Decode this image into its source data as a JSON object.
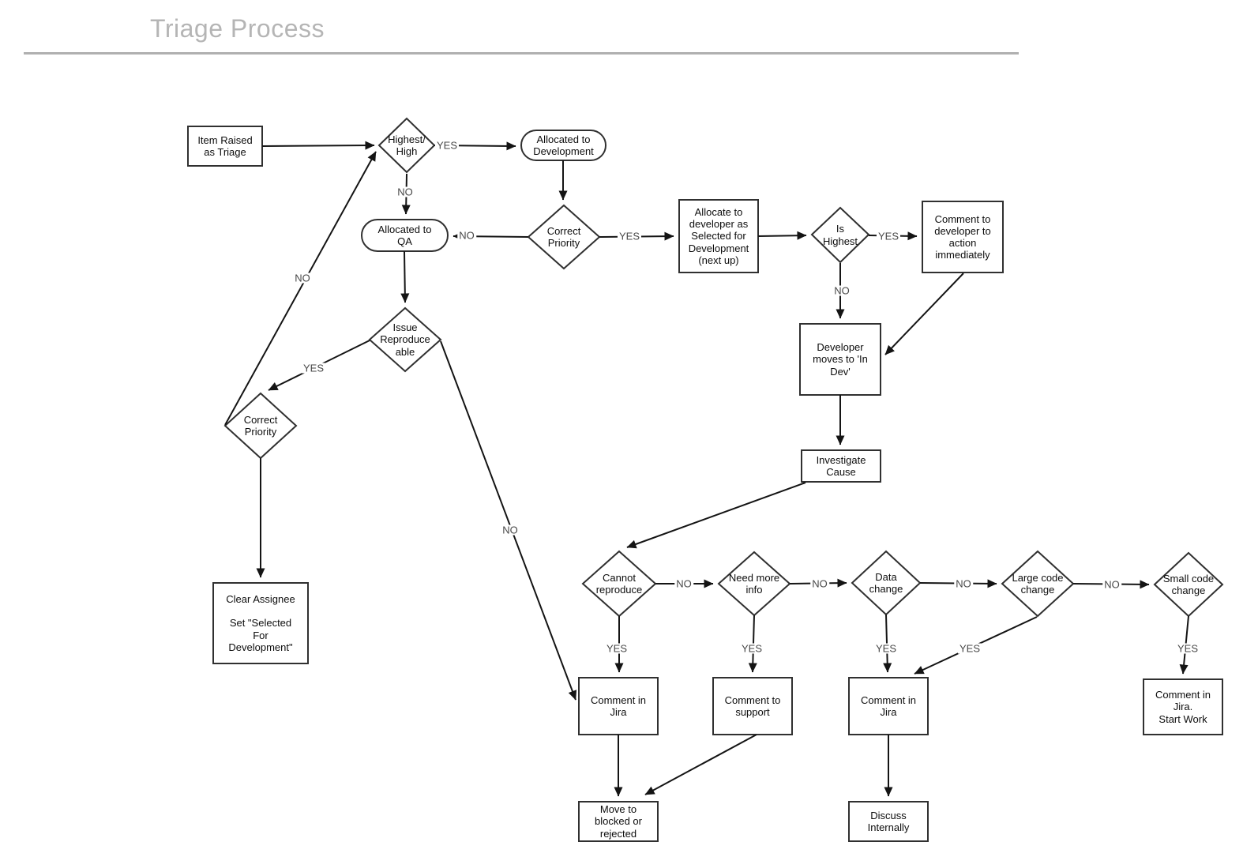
{
  "title": "Triage Process",
  "labels": {
    "yes": "YES",
    "no": "NO"
  },
  "nodes": {
    "item_raised": "Item Raised\nas Triage",
    "highest_high": "Highest/\nHigh",
    "allocated_dev": "Allocated to\nDevelopment",
    "allocated_qa": "Allocated to\nQA",
    "correct_priority_top": "Correct\nPriority",
    "allocate_selected": "Allocate to\ndeveloper as\nSelected for\nDevelopment\n(next up)",
    "is_highest": "Is\nHighest",
    "comment_action": "Comment to\ndeveloper to\naction\nimmediately",
    "developer_in_dev": "Developer\nmoves to 'In\nDev'",
    "investigate_cause": "Investigate\nCause",
    "issue_reproduceable": "Issue\nReproduce\nable",
    "correct_priority_left": "Correct\nPriority",
    "clear_assignee": "Clear Assignee\n\nSet \"Selected\nFor\nDevelopment\"",
    "cannot_reproduce": "Cannot\nreproduce",
    "need_more_info": "Need more\ninfo",
    "data_change": "Data\nchange",
    "large_code_change": "Large code\nchange",
    "small_code_change": "Small code\nchange",
    "comment_jira_1": "Comment in\nJira",
    "comment_support": "Comment to\nsupport",
    "comment_jira_2": "Comment in\nJira",
    "comment_jira_start": "Comment in\nJira.\nStart Work",
    "move_blocked": "Move to\nblocked or\nrejected",
    "discuss_internally": "Discuss\nInternally"
  },
  "colors": {
    "stroke": "#141414",
    "title_gray": "#b5b5b5",
    "edge_label": "#474747"
  }
}
